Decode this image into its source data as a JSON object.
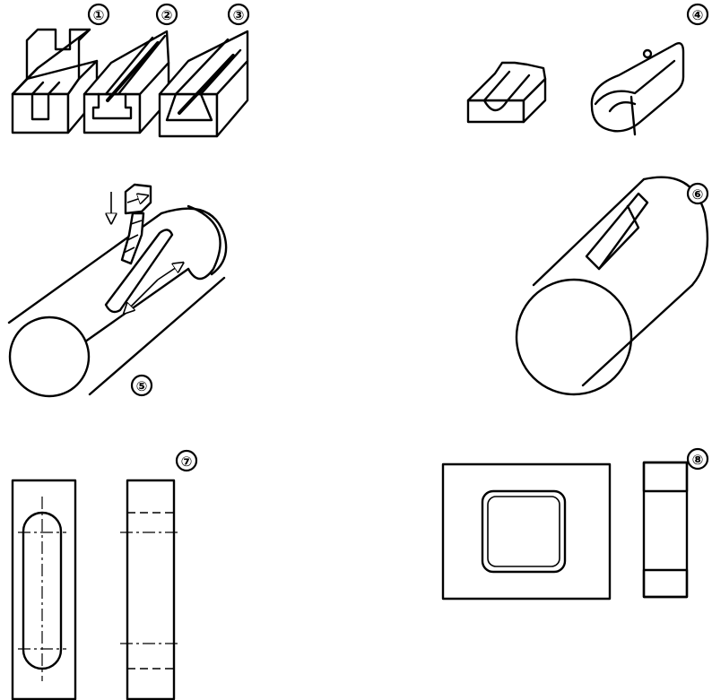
{
  "figure": {
    "labels": [
      "①",
      "②",
      "③",
      "④",
      "⑤",
      "⑥",
      "⑦",
      "⑧"
    ]
  }
}
